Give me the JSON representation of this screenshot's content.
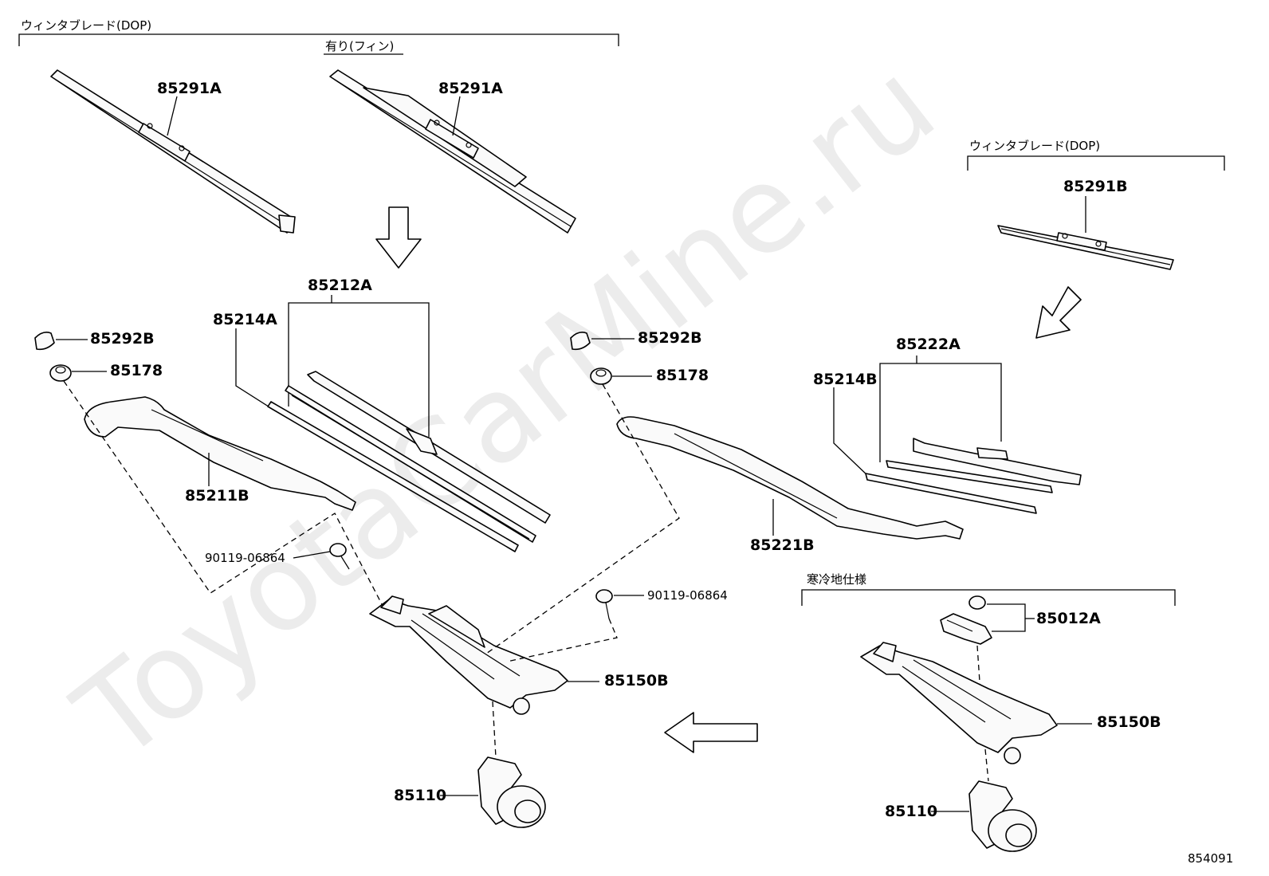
{
  "watermark": "ToyotaCarMine.ru",
  "captions": {
    "blade_dop_left": "ウィンタブレード(DOP)",
    "with_fin": "有り(フィン)",
    "blade_dop_right": "ウィンタブレード(DOP)",
    "cold_region": "寒冷地仕様"
  },
  "part_numbers": {
    "p85291A_1": "85291A",
    "p85291A_2": "85291A",
    "p85291B": "85291B",
    "p85212A": "85212A",
    "p85214A": "85214A",
    "p85292B_left": "85292B",
    "p85178_left": "85178",
    "p85211B": "85211B",
    "p90119_left": "90119-06864",
    "p85292B_right": "85292B",
    "p85178_right": "85178",
    "p85221B": "85221B",
    "p90119_right": "90119-06864",
    "p85222A": "85222A",
    "p85214B": "85214B",
    "p85012A": "85012A",
    "p85150B_left": "85150B",
    "p85150B_right": "85150B",
    "p85110_left": "85110",
    "p85110_right": "85110"
  },
  "diagram_ref": "854091"
}
